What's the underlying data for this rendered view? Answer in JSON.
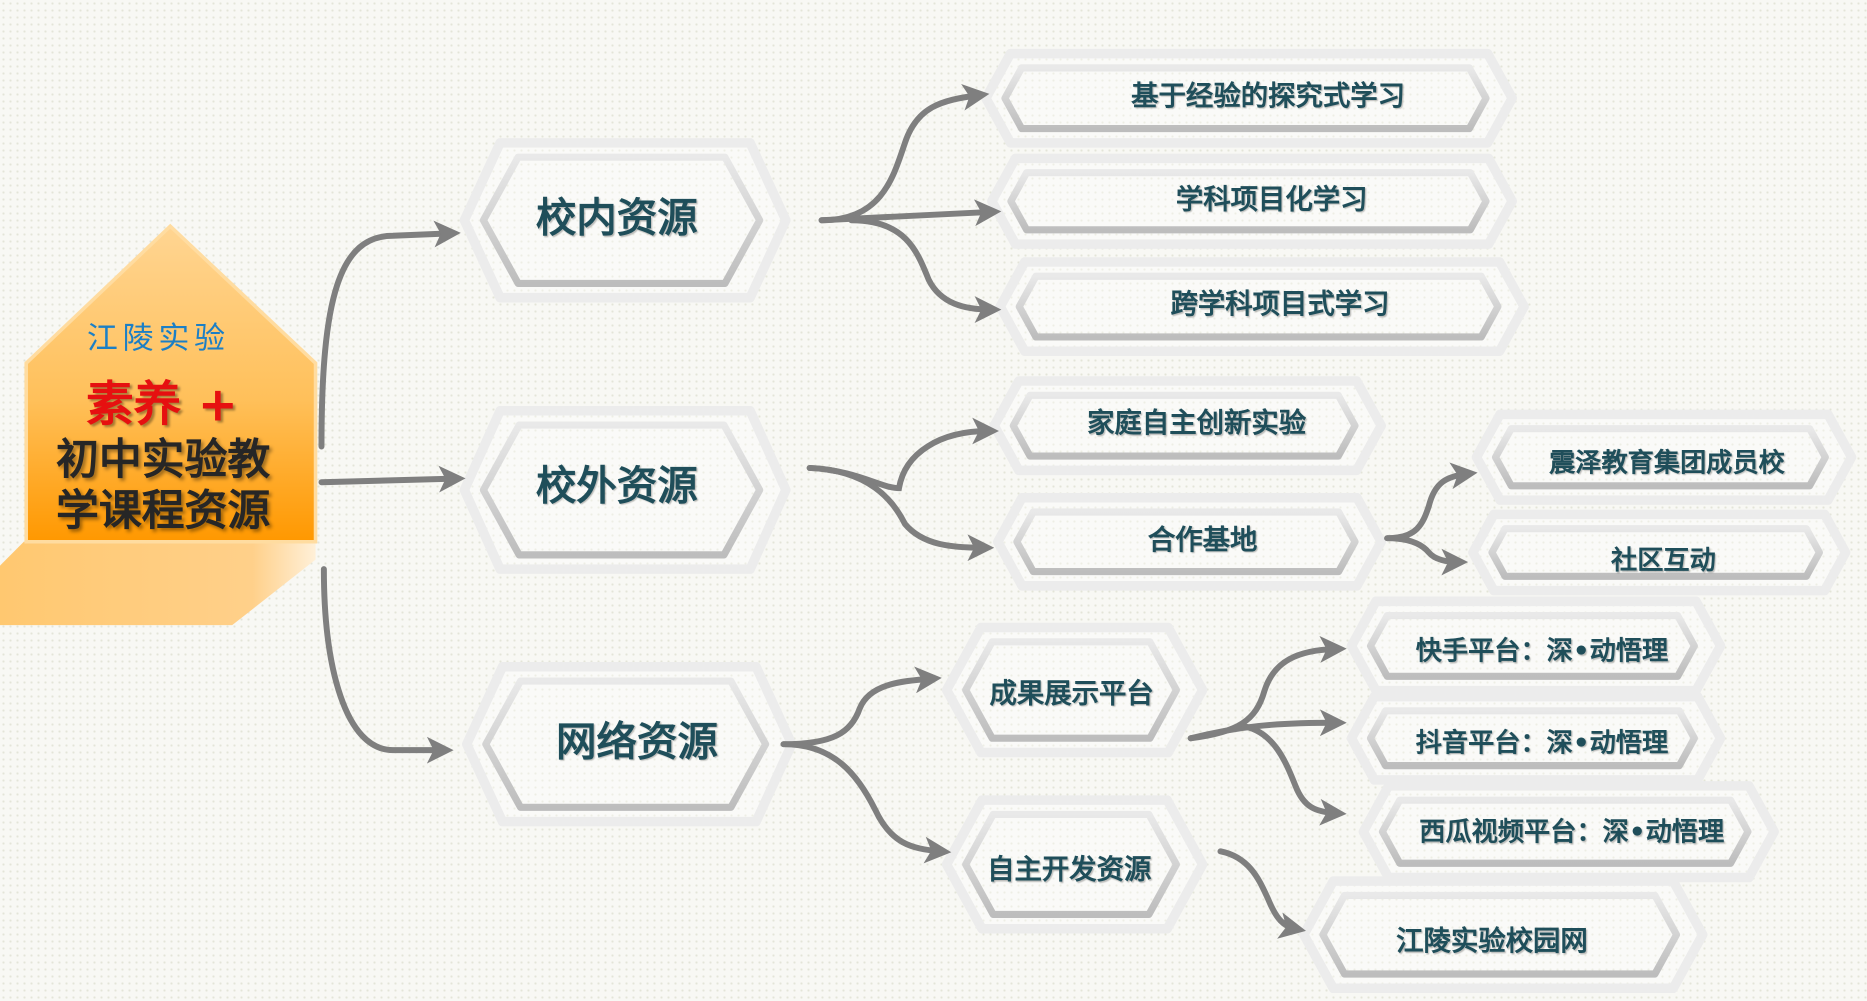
{
  "root": {
    "school": "江陵实验",
    "highlight": "素养 +",
    "line1": "初中实验教",
    "line2": "学课程资源"
  },
  "level1": [
    "校内资源",
    "校外资源",
    "网络资源"
  ],
  "inside": [
    "基于经验的探究式学习",
    "学科项目化学习",
    "跨学科项目式学习"
  ],
  "outside": [
    "家庭自主创新实验",
    "合作基地"
  ],
  "partners": [
    "震泽教育集团成员校",
    "社区互动"
  ],
  "network": [
    "成果展示平台",
    "自主开发资源"
  ],
  "platforms": [
    "快手平台：深•动悟理",
    "抖音平台：深•动悟理",
    "西瓜视频平台：深•动悟理"
  ],
  "selfdev": [
    "江陵实验校园网"
  ],
  "colors": {
    "text": "#1f4e5a",
    "arrow": "#7f7f7f",
    "root_top": "#ffd27f",
    "root_bottom": "#ff9a00",
    "title_red": "#e61010",
    "school_blue": "#1b7fc6"
  }
}
